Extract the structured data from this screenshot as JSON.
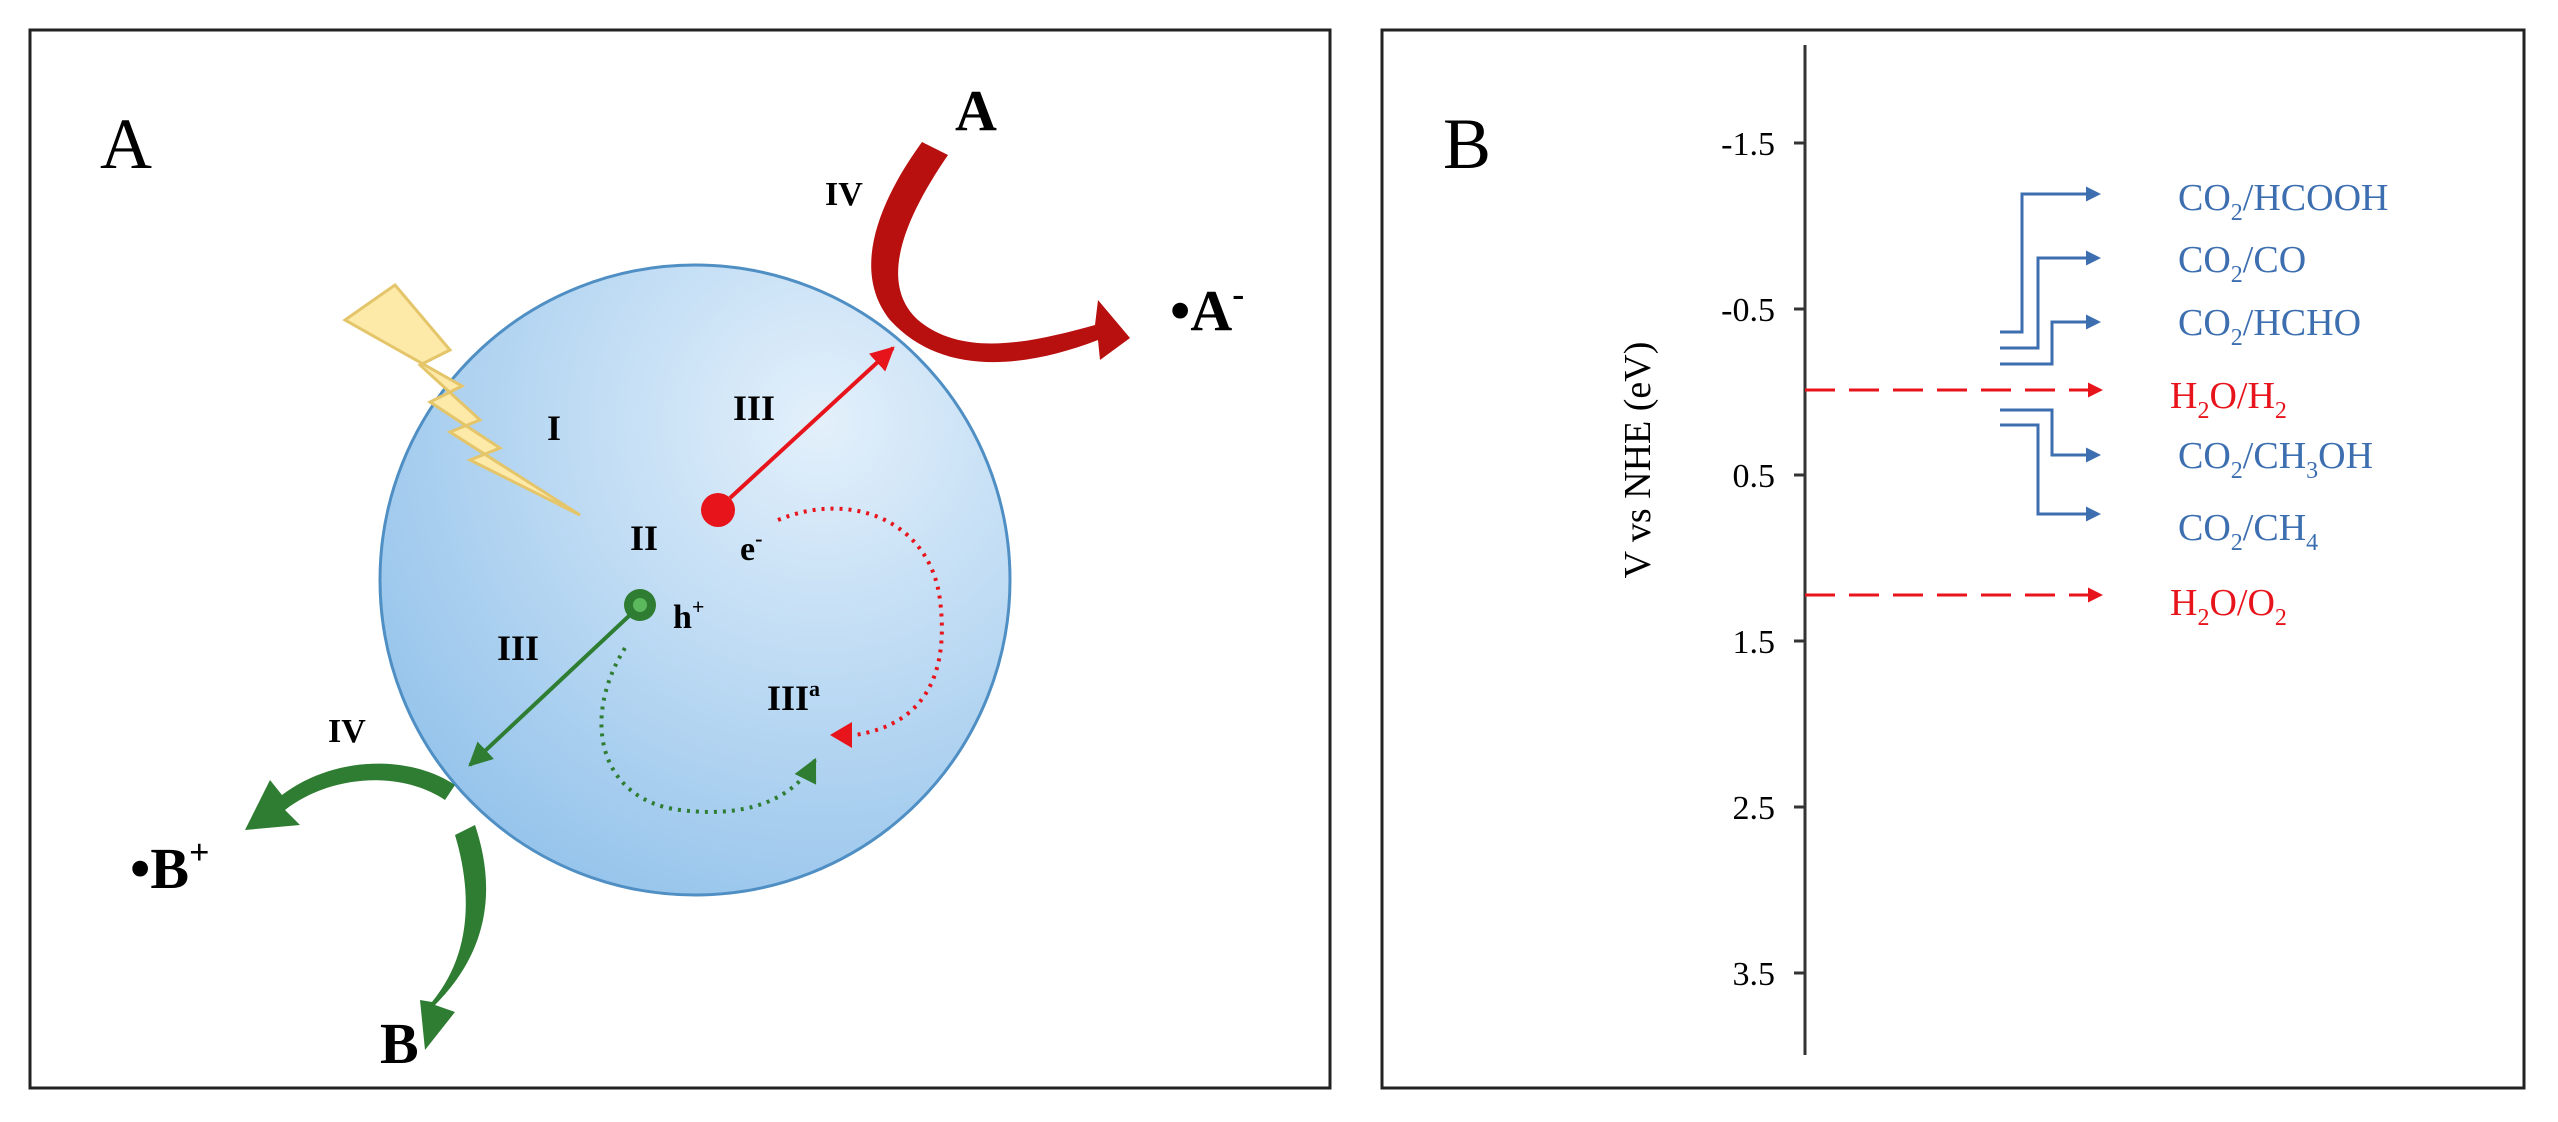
{
  "panelA": {
    "letter": "A",
    "steps": {
      "I": "I",
      "II": "II",
      "III_e": "III",
      "III_h": "III",
      "IIIa_main": "III",
      "IIIa_sup": "a",
      "IV_top": "IV",
      "IV_bottom": "IV"
    },
    "electron": {
      "base": "e",
      "sup": "-"
    },
    "hole": {
      "base": "h",
      "sup": "+"
    },
    "acceptor": "A",
    "acceptor_anion": {
      "dot": "•",
      "base": "A",
      "sup": "-"
    },
    "donor": "B",
    "donor_cation": {
      "dot": "•",
      "base": "B",
      "sup": "+"
    },
    "colors": {
      "electron": "#e8141b",
      "hole": "#2e7d32",
      "particle_fill": "#bcd9f2",
      "particle_stroke": "#4f8fc4",
      "light": "#fde9a8"
    }
  },
  "panelB": {
    "letter": "B",
    "axis_label": "V vs NHE (eV)",
    "ticks": [
      "-1.5",
      "-0.5",
      "0.5",
      "1.5",
      "2.5",
      "3.5"
    ],
    "tick_values": [
      -1.5,
      -0.5,
      0.5,
      1.5,
      2.5,
      3.5
    ],
    "labels": [
      {
        "text": [
          "CO",
          "2",
          "/HCOOH"
        ],
        "color": "#3d6fb0"
      },
      {
        "text": [
          "CO",
          "2",
          "/CO"
        ],
        "color": "#3d6fb0"
      },
      {
        "text": [
          "CO",
          "2",
          "/HCHO"
        ],
        "color": "#3d6fb0"
      },
      {
        "text": [
          "H",
          "2",
          "O/H",
          "2",
          ""
        ],
        "color": "#e8141b"
      },
      {
        "text": [
          "CO",
          "2",
          "/CH",
          "3",
          "OH"
        ],
        "color": "#3d6fb0"
      },
      {
        "text": [
          "CO",
          "2",
          "/CH",
          "4",
          ""
        ],
        "color": "#3d6fb0"
      },
      {
        "text": [
          "H",
          "2",
          "O/O",
          "2",
          ""
        ],
        "color": "#e8141b"
      }
    ]
  }
}
